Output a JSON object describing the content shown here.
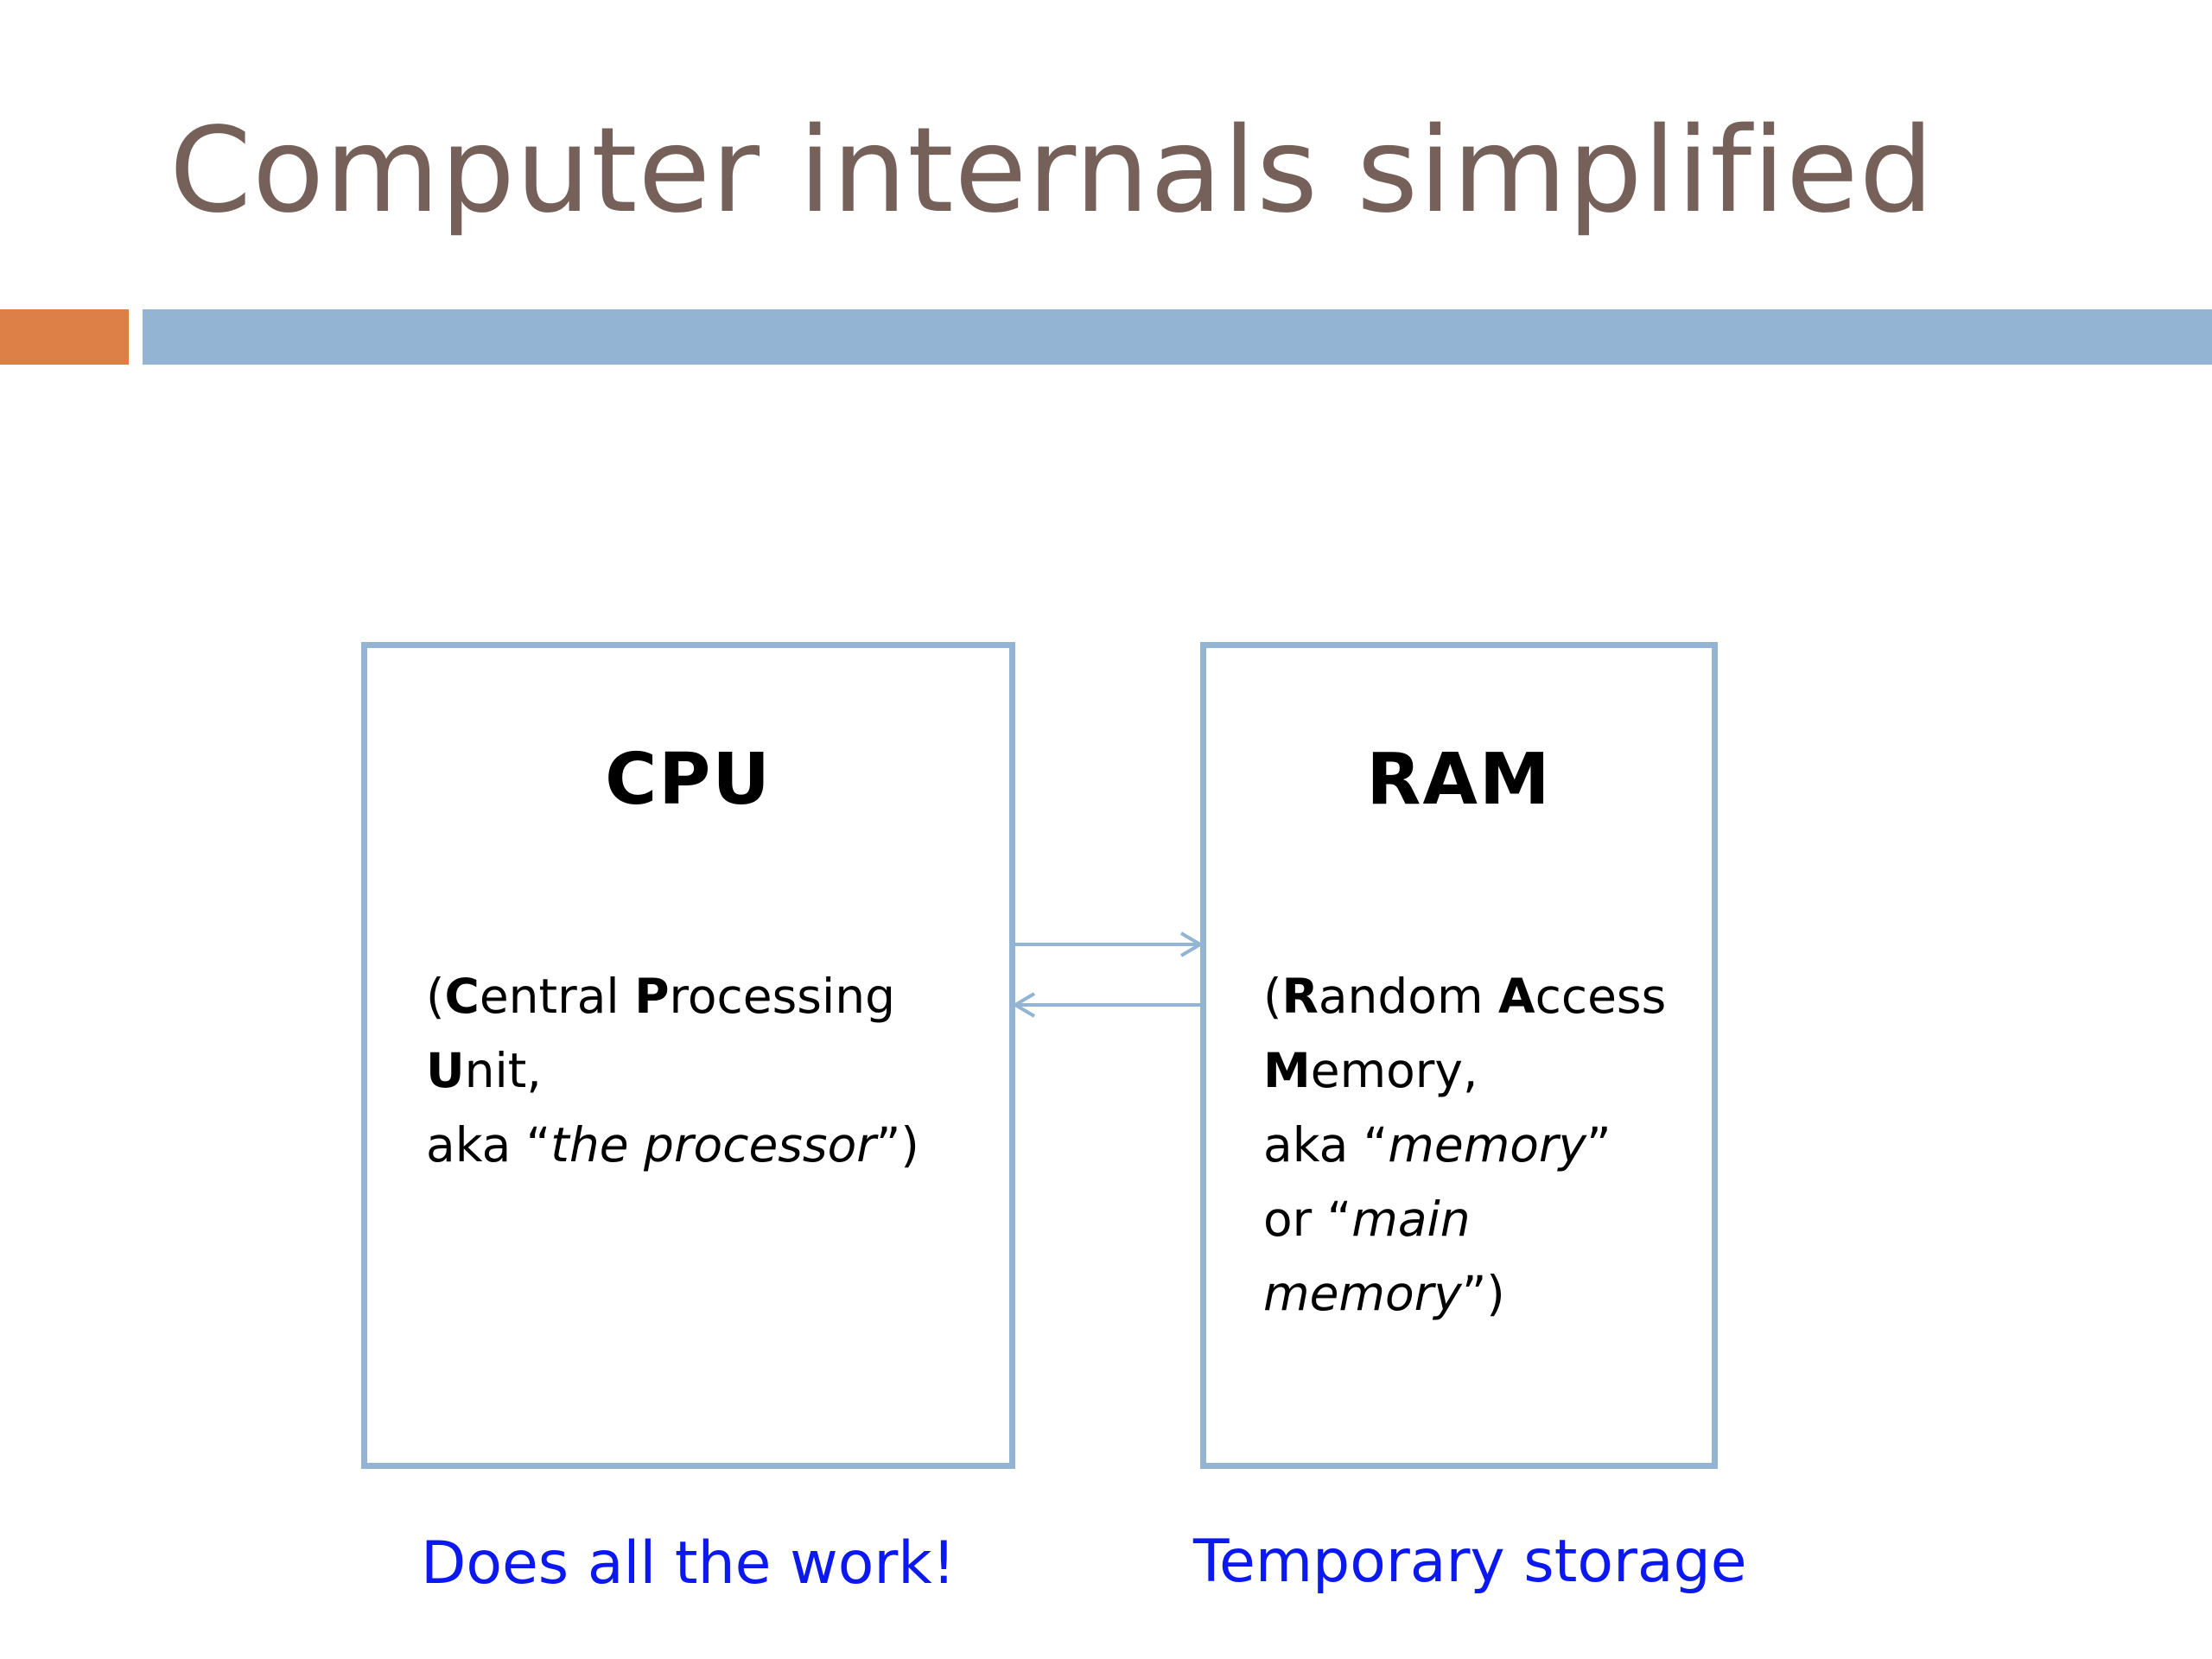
{
  "slide": {
    "title": "Computer internals simplified"
  },
  "cpu": {
    "title": "CPU",
    "desc_lines": [
      {
        "open_paren": "(",
        "bold1": "C",
        "text1": "entral ",
        "bold2": "P",
        "text2": "rocessing"
      },
      {
        "bold": "U",
        "text": "nit,"
      },
      {
        "prefix": "aka “",
        "italic": "the processor",
        "suffix": "”)"
      }
    ],
    "caption": "Does all the work!"
  },
  "ram": {
    "title": "RAM",
    "desc_lines": [
      {
        "open_paren": "(",
        "bold1": "R",
        "text1": "andom ",
        "bold2": "A",
        "text2": "ccess"
      },
      {
        "bold": "M",
        "text": "emory,"
      },
      {
        "prefix": "aka “",
        "italic": "memory",
        "suffix": "”"
      },
      {
        "prefix": "or “",
        "italic": "main",
        "suffix": ""
      },
      {
        "prefix": "",
        "italic": "memory",
        "suffix": "”)"
      }
    ],
    "caption": "Temporary storage"
  },
  "colors": {
    "title": "#76605a",
    "accent_orange": "#dd8048",
    "accent_blue": "#93b4d2",
    "caption": "#0b18f0"
  },
  "icons": {
    "arrow_to_ram": "right-arrow-icon",
    "arrow_to_cpu": "left-arrow-icon"
  }
}
